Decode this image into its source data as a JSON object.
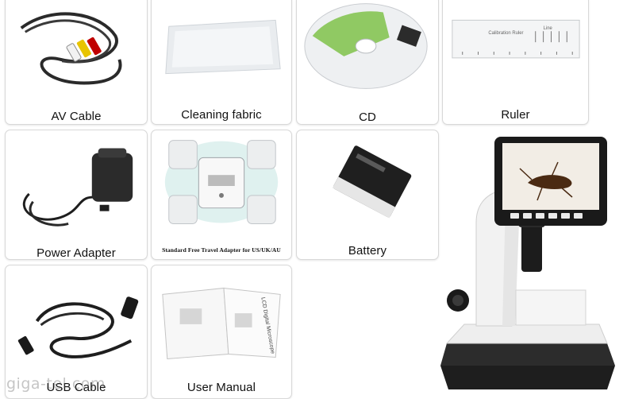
{
  "items": [
    {
      "label": "AV Cable"
    },
    {
      "label": "Cleaning fabric"
    },
    {
      "label": "CD"
    },
    {
      "label": "Ruler"
    },
    {
      "label": "Power Adapter"
    },
    {
      "label": "Standard Free Travel Adapter for US/UK/AU",
      "caption": "Standard Free Travel Adapter for US/UK/AU"
    },
    {
      "label": "Battery"
    },
    {
      "label": "USB Cable"
    },
    {
      "label": "User Manual"
    }
  ],
  "ruler_text": {
    "title": "Calibration Ruler",
    "scale": "Line"
  },
  "manual_text": "LCD Digital Microscope",
  "watermark": "giga-tel.com",
  "colors": {
    "tile_border": "#d8d8d8",
    "screen_bezel": "#1a1a1a",
    "microscope_body": "#f2f2f2"
  }
}
